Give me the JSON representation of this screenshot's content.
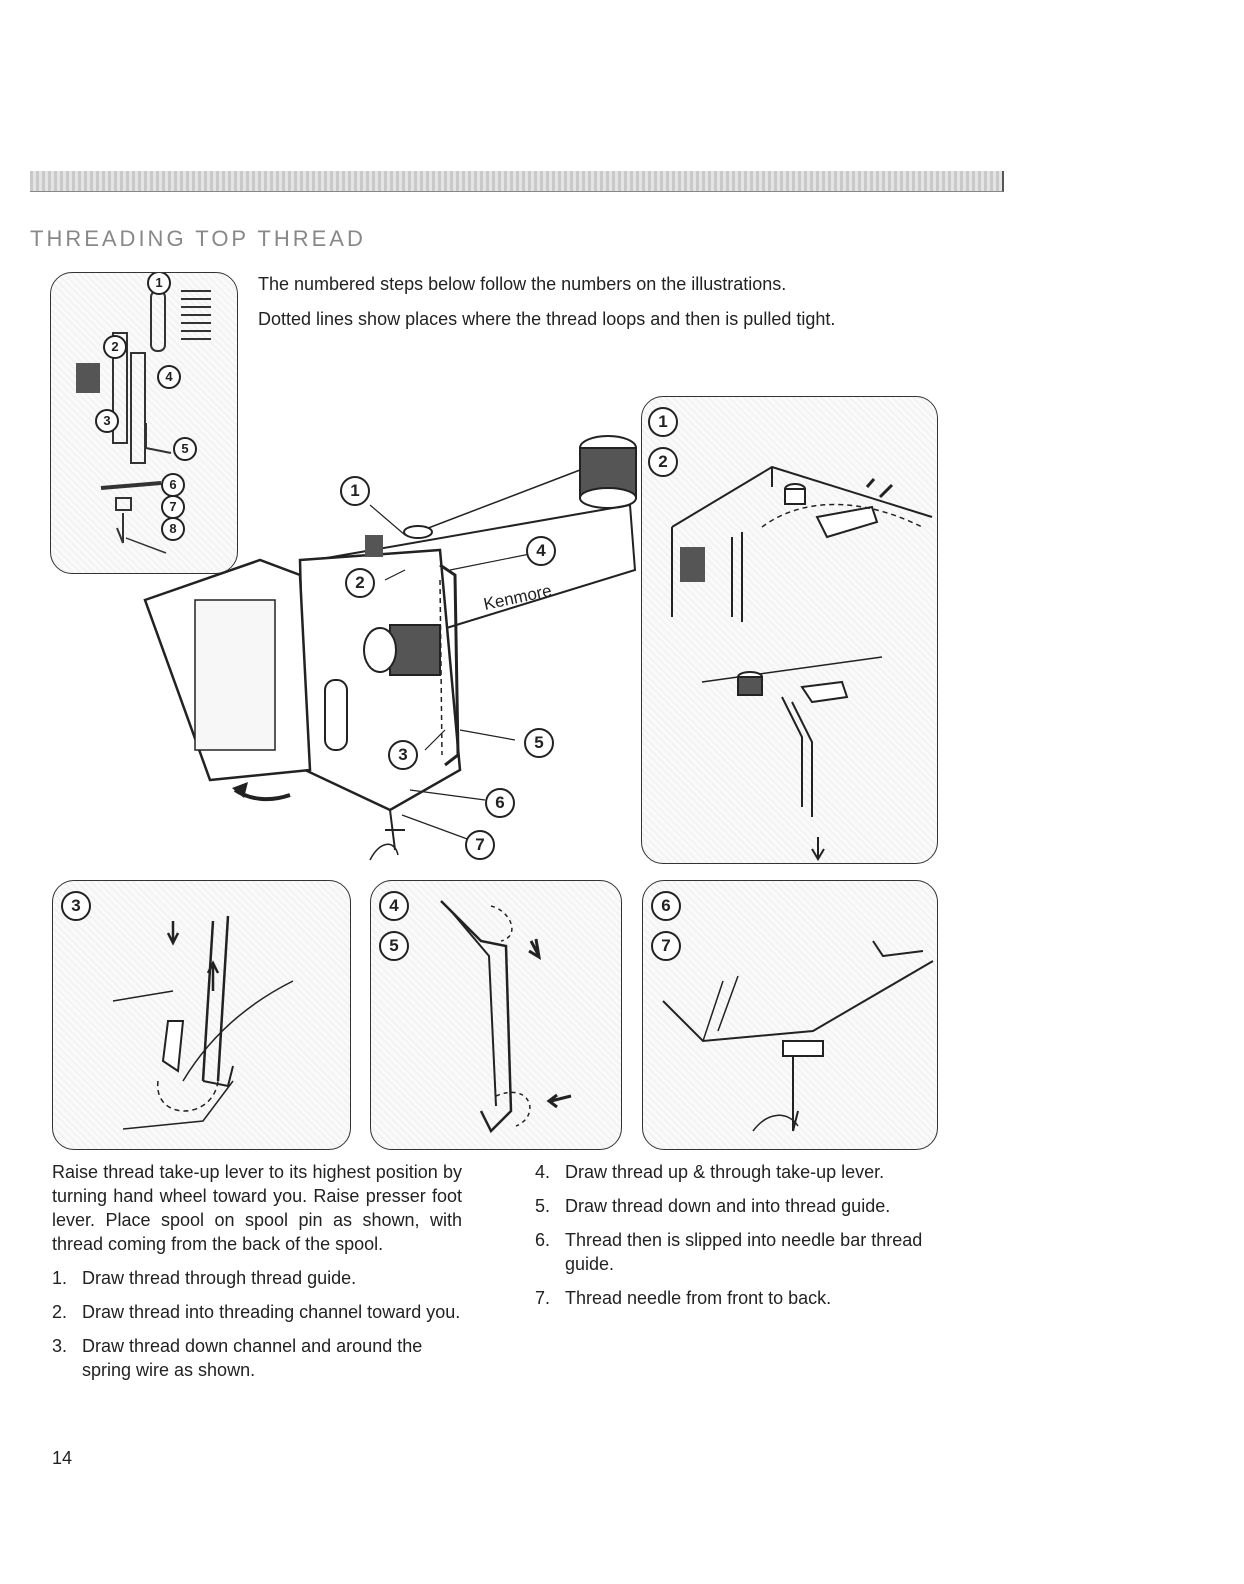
{
  "header": {
    "title": "THREADING TOP THREAD"
  },
  "intro": [
    "The numbered steps below follow the numbers on the illustrations.",
    "Dotted lines show places where the thread loops and then is pulled tight."
  ],
  "figure": {
    "main_labels": [
      "1",
      "2",
      "3",
      "4",
      "5",
      "6",
      "7"
    ],
    "brand": "Kenmore",
    "inset_panel_labels": [
      "1",
      "2",
      "3",
      "4",
      "5",
      "6",
      "7",
      "8"
    ],
    "panels": [
      {
        "labels": [
          "1",
          "2"
        ]
      },
      {
        "labels": [
          "3"
        ]
      },
      {
        "labels": [
          "4",
          "5"
        ]
      },
      {
        "labels": [
          "6",
          "7"
        ]
      }
    ]
  },
  "instructions": {
    "intro_paragraph": "Raise thread take-up lever to its highest position by turning hand wheel toward you. Raise presser foot lever. Place spool on spool pin as shown, with thread coming from the back of the spool.",
    "steps_left": [
      {
        "num": "1.",
        "text": "Draw thread through thread guide."
      },
      {
        "num": "2.",
        "text": "Draw thread into threading channel toward you."
      },
      {
        "num": "3.",
        "text": "Draw thread down channel and around the spring wire as shown."
      }
    ],
    "steps_right": [
      {
        "num": "4.",
        "text": "Draw thread up & through take-up lever."
      },
      {
        "num": "5.",
        "text": "Draw thread down and into thread guide."
      },
      {
        "num": "6.",
        "text": "Thread then is slipped into needle bar thread guide."
      },
      {
        "num": "7.",
        "text": "Thread needle from front to back."
      }
    ]
  },
  "page_number": "14"
}
